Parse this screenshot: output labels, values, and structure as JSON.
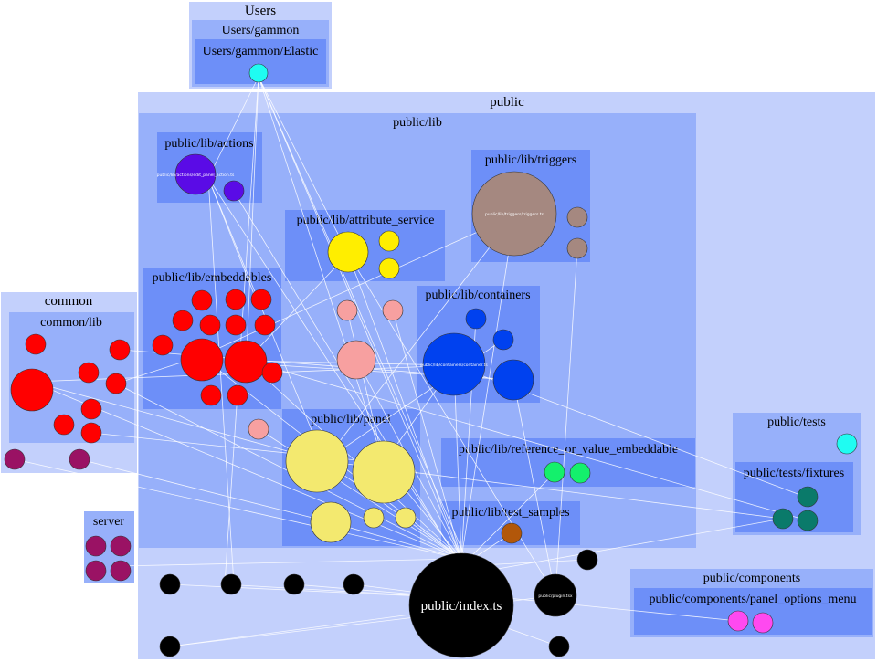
{
  "clusters": {
    "users": "Users",
    "users_gammon": "Users/gammon",
    "users_gammon_elastic": "Users/gammon/Elastic",
    "public": "public",
    "public_lib": "public/lib",
    "public_lib_actions": "public/lib/actions",
    "public_lib_triggers": "public/lib/triggers",
    "public_lib_attribute_service": "public/lib/attribute_service",
    "public_lib_embeddables": "public/lib/embeddables",
    "public_lib_containers": "public/lib/containers",
    "public_lib_panel": "public/lib/panel",
    "public_lib_reference_or_value_embeddable": "public/lib/reference_or_value_embeddable",
    "public_lib_test_samples": "public/lib/test_samples",
    "common": "common",
    "common_lib": "common/lib",
    "server": "server",
    "public_tests": "public/tests",
    "public_tests_fixtures": "public/tests/fixtures",
    "public_components": "public/components",
    "public_components_panel_options_menu": "public/components/panel_options_menu"
  },
  "nodes": {
    "index": "public/index.ts",
    "plugin": "public/plugin.tsx",
    "triggers": "public/lib/triggers/triggers.ts",
    "container": "public/lib/containers/container.ts",
    "actions": "public/lib/actions/edit_panel_action.ts"
  },
  "colors": {
    "cluster_outer": "#c3d0fc",
    "cluster_mid": "#97b0fa",
    "cluster_inner": "#6d8ff8",
    "edge": "#ffffff",
    "embeddables": "#ff0000",
    "attribute_service": "#ffee00",
    "panel": "#f3e96f",
    "containers": "#0041ef",
    "actions": "#5a0be6",
    "triggers": "#a58880",
    "reference_or_value": "#14f06c",
    "test_samples": "#b2570a",
    "common_misc": "#9a1264",
    "fixtures": "#0a7a6a",
    "tests": "#1ffcf2",
    "panel_options_menu": "#ff49f0",
    "index": "#000000",
    "pink": "#f7a0a0"
  }
}
